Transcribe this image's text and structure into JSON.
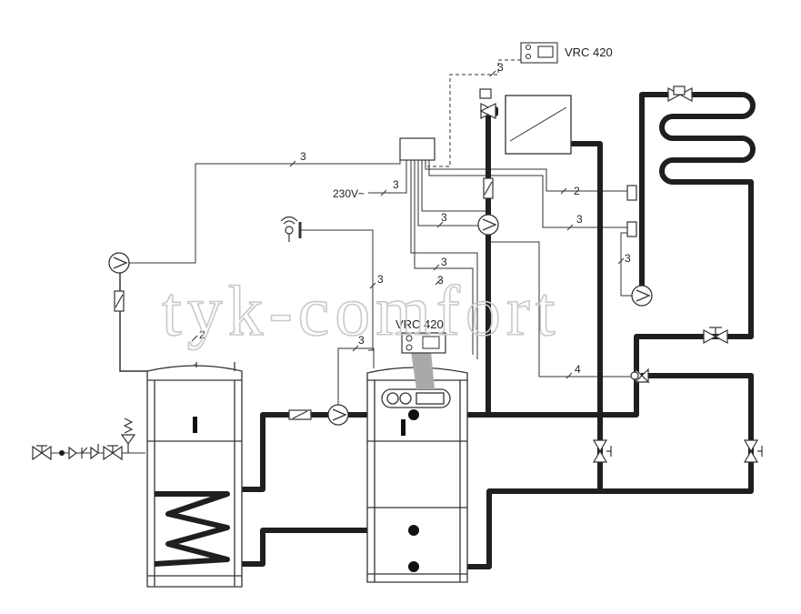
{
  "watermark": "tyk-comfort",
  "labels": {
    "remote_controller": "VRC 420",
    "boiler_controller": "VRC 420",
    "mains_voltage": "230V~"
  },
  "cable_cores": {
    "remote_link": "3",
    "top_left": "3",
    "mains": "3",
    "pump_link": "3",
    "top_right_sensor": "2",
    "mid_right_sensor": "3",
    "riser_a": "3",
    "riser_b": "3",
    "outdoor_sensor": "3",
    "boiler_link": "3",
    "tank_sensor": "2",
    "right_pump": "3",
    "mixing_valve": "4"
  }
}
